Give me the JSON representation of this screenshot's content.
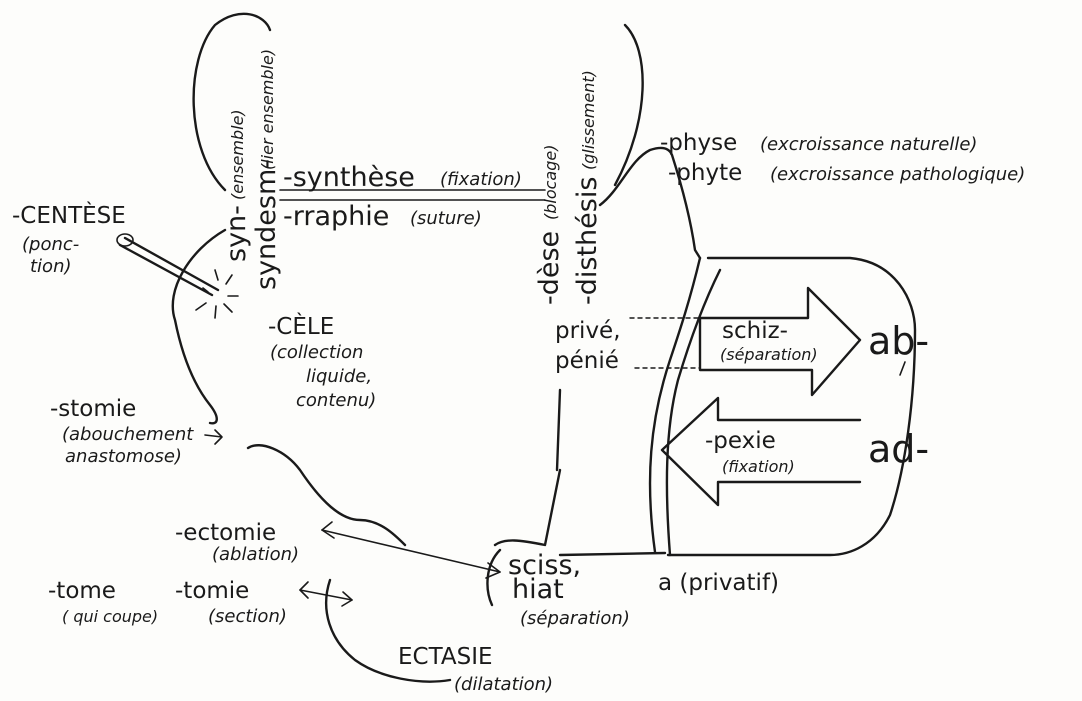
{
  "labels": {
    "syn": "syn-",
    "syn_gloss": "(ensemble)",
    "syndesm": "syndesm-",
    "syndesm_gloss": "(lier ensemble)",
    "synthese": "-synthèse",
    "synthese_gloss": "(fixation)",
    "rraphie": "-rraphie",
    "rraphie_gloss": "(suture)",
    "dese": "-dèse",
    "dese_gloss": "(blocage)",
    "disthesis": "-disthésis",
    "disthesis_gloss": "(glissement)",
    "physe": "-physe",
    "physe_gloss": "(excroissance naturelle)",
    "phyte": "-phyte",
    "phyte_gloss": "(excroissance pathologique)",
    "centese": "-CENTÈSE",
    "centese_gloss_1": "(ponc-",
    "centese_gloss_2": "tion)",
    "cele": "-CÈLE",
    "cele_gloss_1": "(collection",
    "cele_gloss_2": "liquide,",
    "cele_gloss_3": "contenu)",
    "prive": "privé,",
    "penie": "pénié",
    "schiz": "schiz-",
    "schiz_gloss": "(séparation)",
    "ab": "ab-",
    "pexie": "-pexie",
    "pexie_gloss": "(fixation)",
    "ad": "ad-",
    "stomie": "-stomie",
    "stomie_gloss_1": "(abouchement",
    "stomie_gloss_2": "anastomose)",
    "ectomie": "-ectomie",
    "ectomie_gloss": "(ablation)",
    "tome": "-tome",
    "tome_gloss": "( qui coupe)",
    "tomie": "-tomie",
    "tomie_gloss": "(section)",
    "sciss": "sciss,",
    "hiat": "hiat",
    "sciss_gloss": "(séparation)",
    "a_privatif": "a (privatif)",
    "ectasie": "ECTASIE",
    "ectasie_gloss": "(dilatation)"
  },
  "colors": {
    "ink": "#1a1a1a",
    "paper": "#fdfdfb"
  }
}
